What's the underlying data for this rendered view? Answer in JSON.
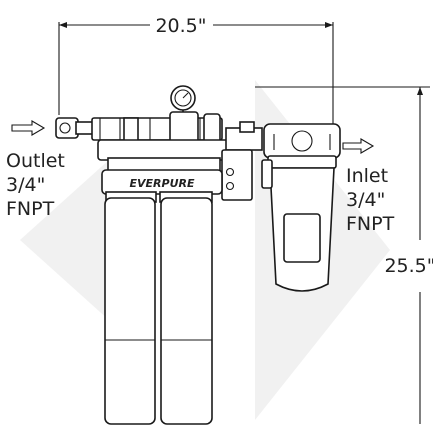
{
  "diagram": {
    "product": {
      "brand_mark": "EVERPURE"
    },
    "dimensions": {
      "width": "20.5\"",
      "height": "25.5\""
    },
    "outlet": {
      "name": "Outlet",
      "size": "3/4\"",
      "thread": "FNPT"
    },
    "inlet": {
      "name": "Inlet",
      "size": "3/4\"",
      "thread": "FNPT"
    },
    "colors": {
      "line": "#1a1a1a",
      "watermark": "#f1f1f1",
      "background": "#ffffff"
    }
  }
}
